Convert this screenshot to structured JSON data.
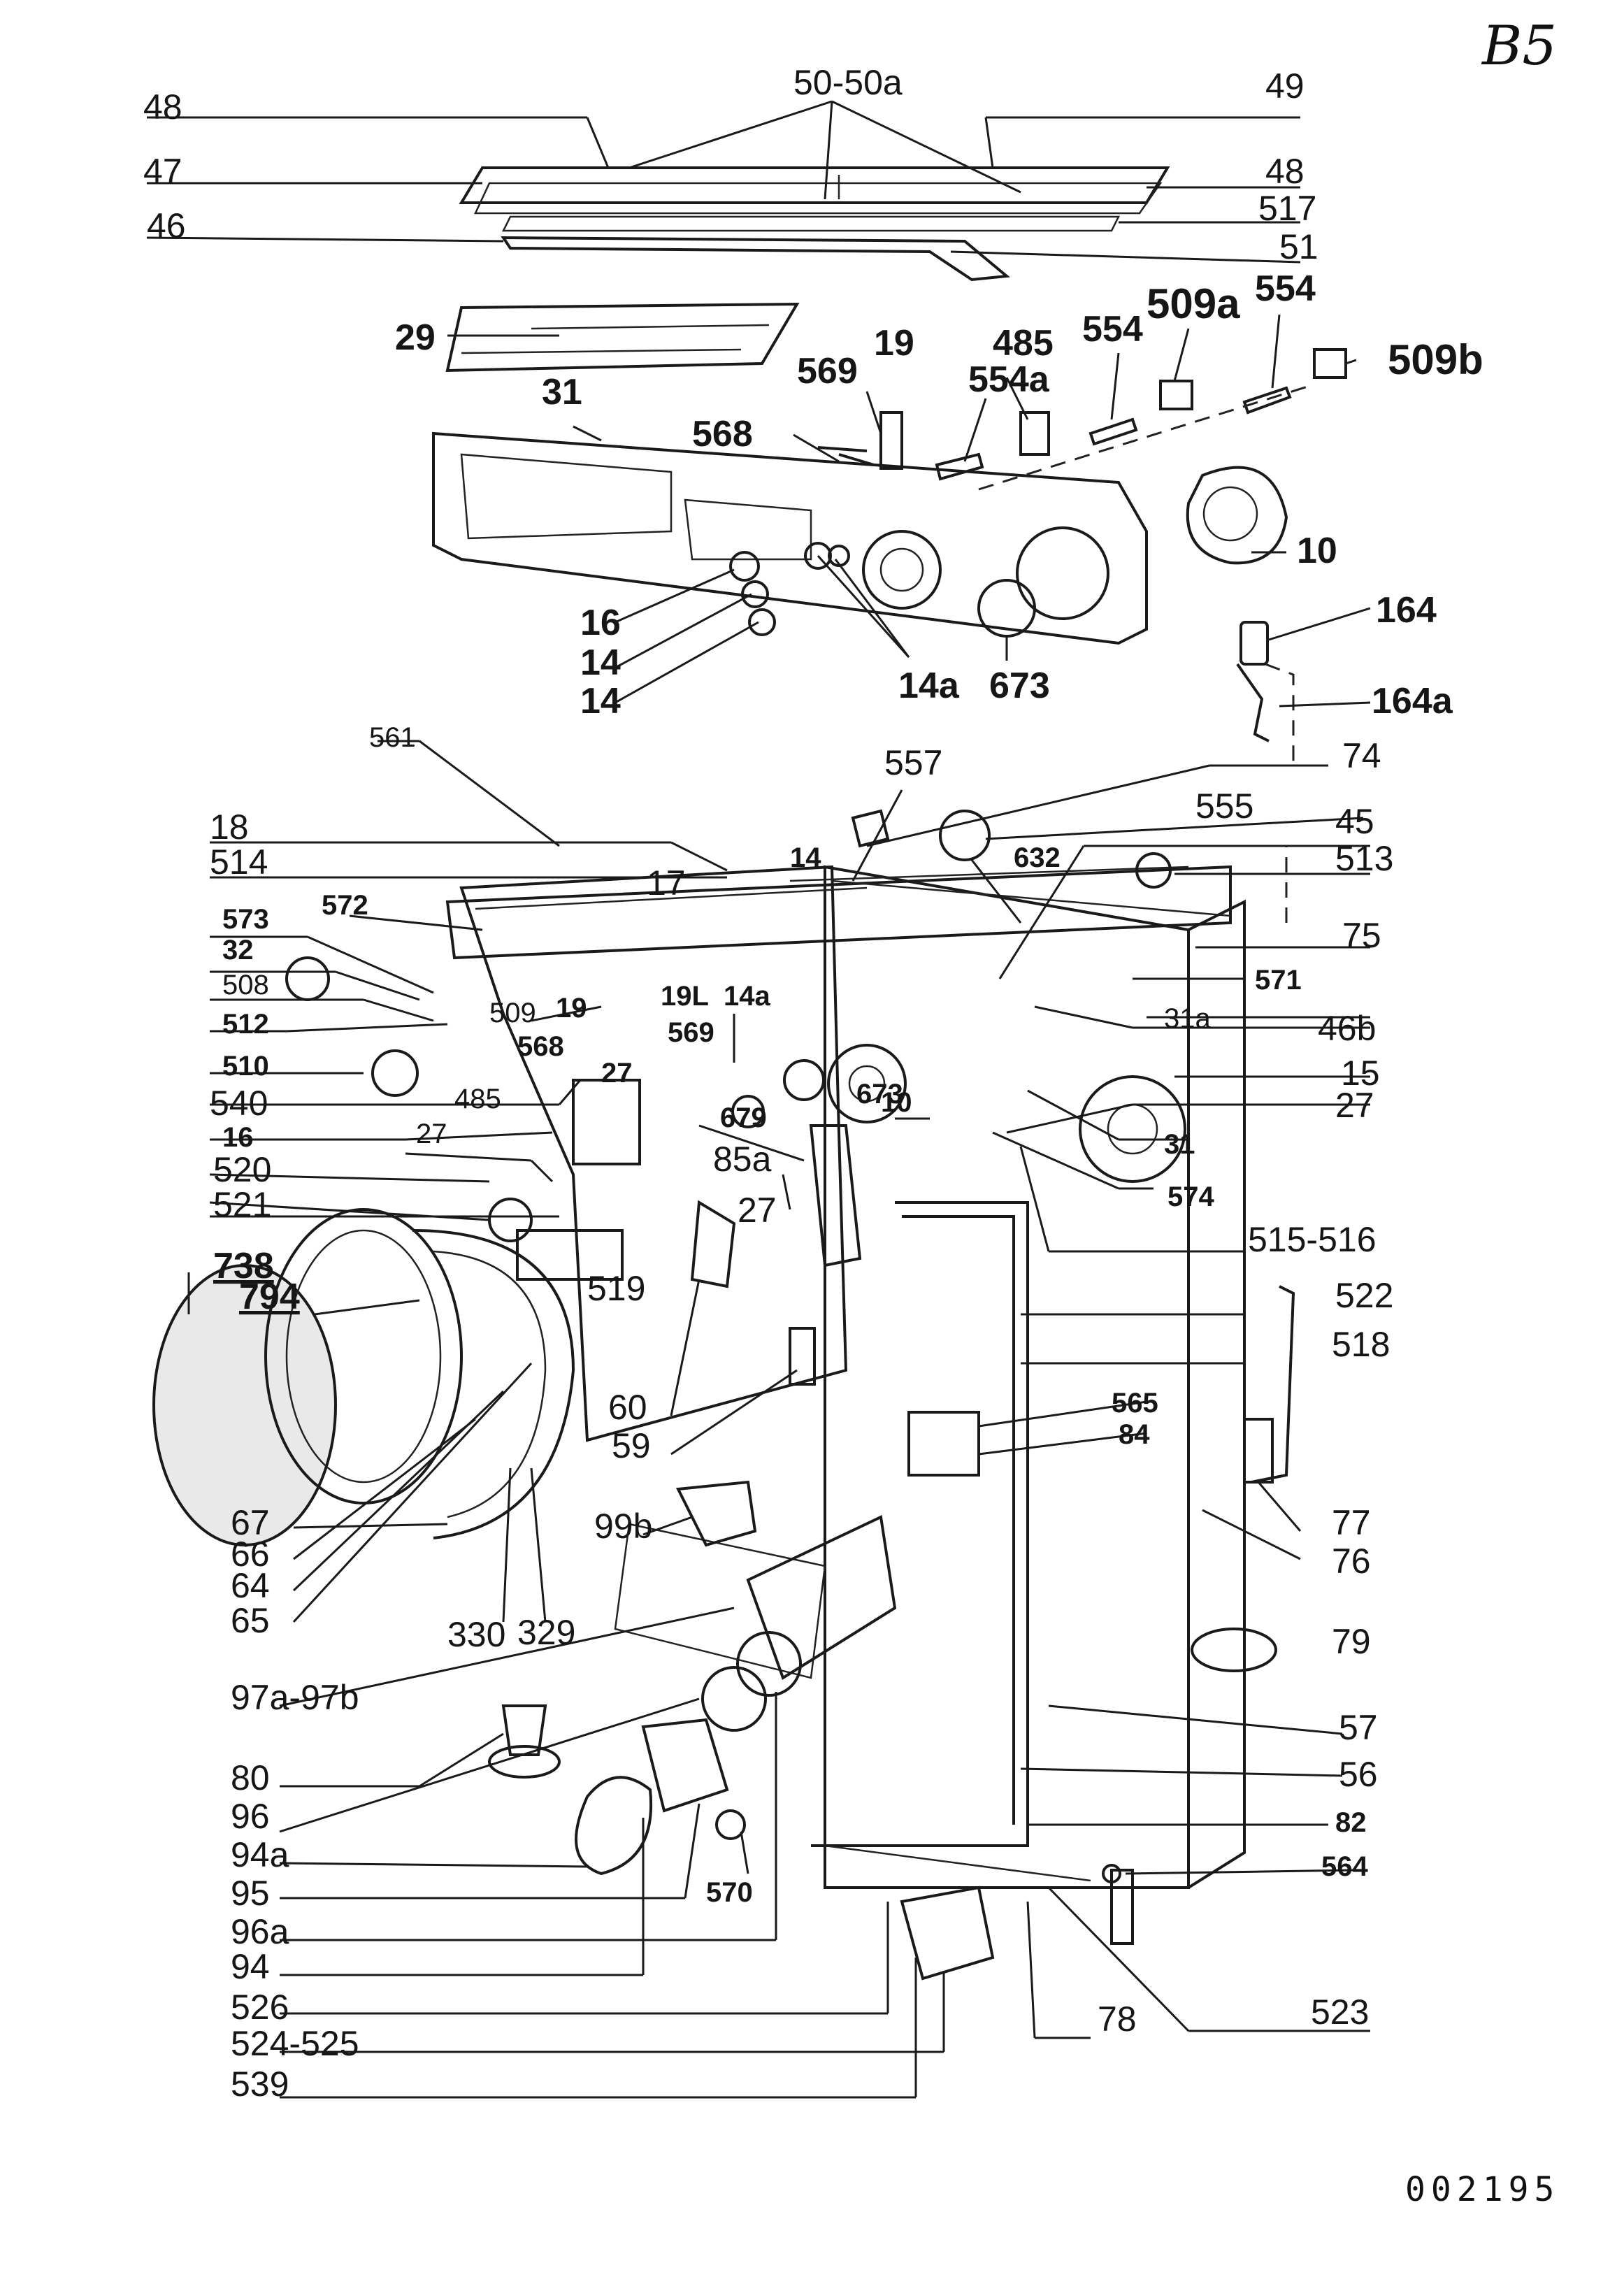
{
  "sheet_ref": "B5",
  "drawing_number": "002195",
  "labels": {
    "l50_50a": "50-50a",
    "l48_top": "48",
    "l49": "49",
    "l47": "47",
    "l48_right": "48",
    "l517": "517",
    "l46": "46",
    "l51": "51",
    "l29": "29",
    "l569_top": "569",
    "l19_top": "19",
    "l485_top": "485",
    "l554_1": "554",
    "l509a": "509a",
    "l554_2": "554",
    "l509b": "509b",
    "l31_top": "31",
    "l554a": "554a",
    "l568_top": "568",
    "l10_top": "10",
    "l164": "164",
    "l16_top": "16",
    "l14_1": "14",
    "l14_2": "14",
    "l14a_top": "14a",
    "l673_top": "673",
    "l164a": "164a",
    "l561": "561",
    "l557": "557",
    "l74": "74",
    "l18": "18",
    "l555": "555",
    "l14_mid": "14",
    "l45": "45",
    "l514": "514",
    "l17": "17",
    "l632": "632",
    "l513": "513",
    "l573": "573",
    "l572": "572",
    "l75": "75",
    "l32": "32",
    "l571": "571",
    "l508": "508",
    "l19_mid": "19",
    "l19L": "19L",
    "l14a_mid": "14a",
    "l31a": "31a",
    "l512": "512",
    "l509_mid": "509",
    "l46b": "46b",
    "l568_mid": "568",
    "l569_mid": "569",
    "l510": "510",
    "l679": "679",
    "l10_mid": "10",
    "l15": "15",
    "l27_a": "27",
    "l540": "540",
    "l485_mid": "485",
    "l673_mid": "673",
    "l27_right": "27",
    "l16_mid": "16",
    "l31_mid": "31",
    "l27_b": "27",
    "l85a": "85a",
    "l520": "520",
    "l574": "574",
    "l521": "521",
    "l27_c": "27",
    "l515_516": "515-516",
    "l738": "738",
    "l794": "794",
    "l519": "519",
    "l522": "522",
    "l518": "518",
    "l60": "60",
    "l565": "565",
    "l59": "59",
    "l84": "84",
    "l67": "67",
    "l99b": "99b",
    "l77": "77",
    "l66": "66",
    "l64": "64",
    "l76": "76",
    "l65": "65",
    "l330": "330",
    "l329": "329",
    "l79": "79",
    "l97a_97b": "97a-97b",
    "l57": "57",
    "l80": "80",
    "l56": "56",
    "l96": "96",
    "l82": "82",
    "l94a": "94a",
    "l564": "564",
    "l95": "95",
    "l570": "570",
    "l96a": "96a",
    "l94": "94",
    "l526": "526",
    "l524_525": "524-525",
    "l78": "78",
    "l523": "523",
    "l539": "539"
  }
}
